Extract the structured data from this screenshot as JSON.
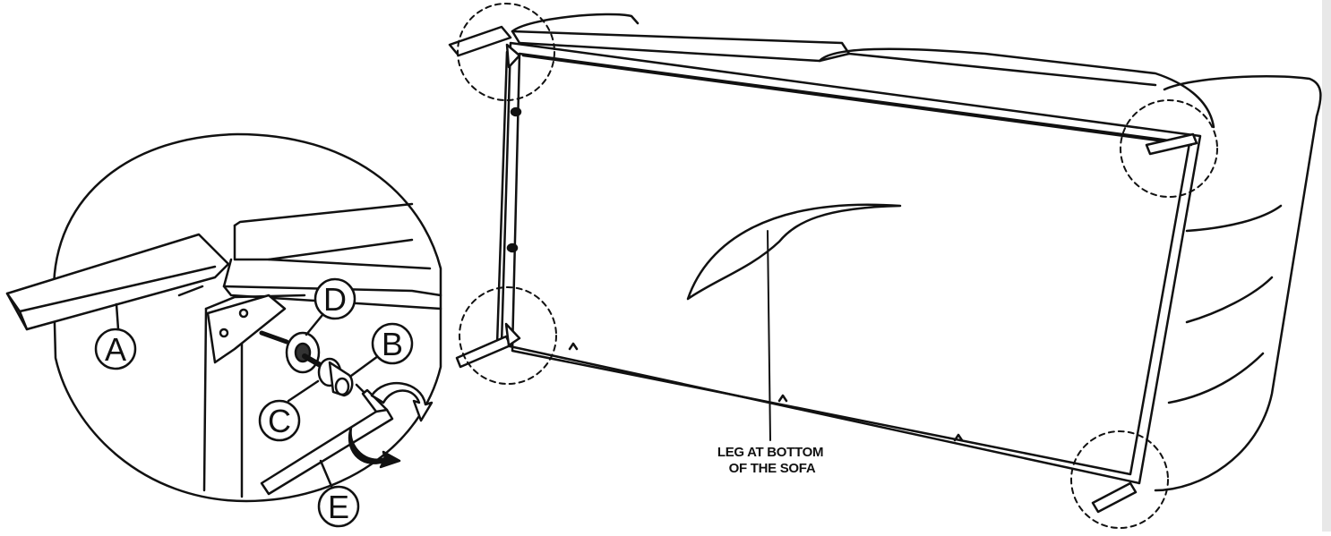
{
  "labels": {
    "a": "A",
    "b": "B",
    "c": "C",
    "d": "D",
    "e": "E"
  },
  "caption": {
    "line1": "LEG AT BOTTOM",
    "line2": "OF THE SOFA"
  },
  "colors": {
    "ink": "#111111",
    "paper": "#ffffff",
    "margin": "#e8e8e8"
  },
  "icons": [
    "leg-callout-circle",
    "rotation-arrow-icon",
    "detail-magnifier-circle"
  ]
}
